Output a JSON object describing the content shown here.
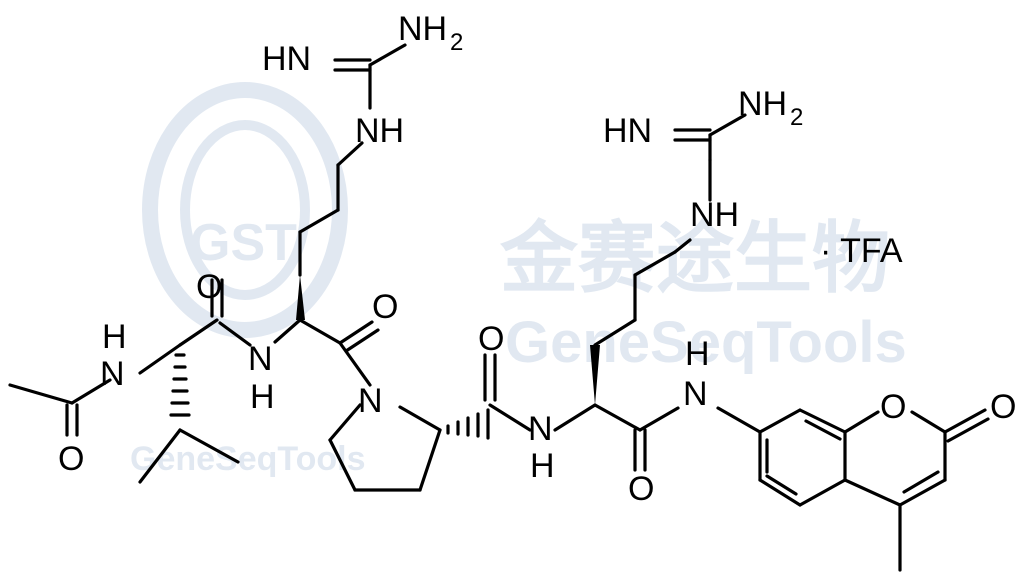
{
  "molecule": {
    "atoms": {
      "guan1_imine": "HN",
      "guan1_amine": "NH",
      "guan1_amine_sub": "2",
      "guan1_nh": "NH",
      "guan2_imine": "HN",
      "guan2_amine": "NH",
      "guan2_amine_sub": "2",
      "guan2_nh": "NH",
      "acetyl_nh_h": "H",
      "acetyl_nh_n": "N",
      "acetyl_o": "O",
      "leu_co_o": "O",
      "arg1_nh_n": "N",
      "arg1_nh_h": "H",
      "arg1_co_o": "O",
      "pro_n": "N",
      "pro_co_o": "O",
      "arg2_nh_n": "N",
      "arg2_nh_h": "H",
      "arg2_co_o": "O",
      "amc_nh_h": "H",
      "amc_nh_n": "N",
      "coumarin_ring_o": "O",
      "coumarin_carbonyl_o": "O"
    },
    "salt": "· TFA"
  },
  "watermark": {
    "logo_text": "GST",
    "chinese_text": "金赛途生物",
    "brand_text": "GeneSeqTools",
    "brand_text_small": "GeneSeqTools",
    "color": "#c9d6e6"
  }
}
